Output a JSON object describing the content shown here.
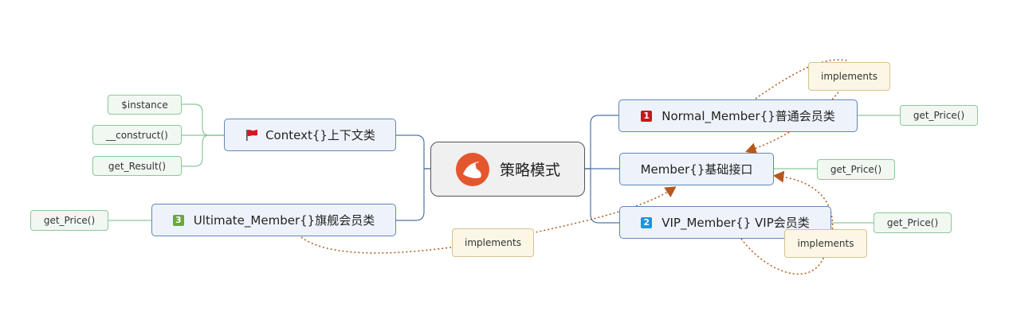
{
  "central": {
    "label": "策略模式",
    "icon": "brand-logo-icon",
    "icon_color": "#e4572e"
  },
  "left": {
    "context": {
      "label": "Context{}上下文类",
      "icon": "red-flag-icon",
      "children": [
        "$instance",
        "__construct()",
        "get_Result()"
      ]
    },
    "ultimate": {
      "label": "Ultimate_Member{}旗舰会员类",
      "badge": "3",
      "badge_color": "#6aa83a",
      "children": [
        "get_Price()"
      ]
    }
  },
  "right": {
    "normal": {
      "label": "Normal_Member{}普通会员类",
      "badge": "1",
      "badge_color": "#c8161d",
      "children": [
        "get_Price()"
      ]
    },
    "member": {
      "label": "Member{}基础接口",
      "children": [
        "get_Price()"
      ]
    },
    "vip": {
      "label": "VIP_Member{} VIP会员类",
      "badge": "2",
      "badge_color": "#1a95e0",
      "children": [
        "get_Price()"
      ]
    }
  },
  "relationships": [
    {
      "label": "implements"
    },
    {
      "label": "implements"
    },
    {
      "label": "implements"
    }
  ],
  "colors": {
    "topic_border": "#5f86b8",
    "leaf_border": "#8cc79a",
    "relation_line": "#b5581c"
  }
}
